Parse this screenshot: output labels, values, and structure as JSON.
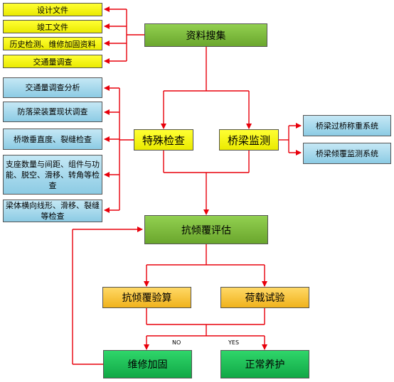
{
  "sources": [
    "设计文件",
    "竣工文件",
    "历史检测、维修加固资料",
    "交通量调查"
  ],
  "collect": "资料搜集",
  "inspections": [
    "交通量调查分析",
    "防落梁装置现状调查",
    "桥墩垂直度、裂缝检查",
    "支座数量与间距、组件与功能、脱空、滑移、转角等检查",
    "梁体横向线形、滑移、裂缝等检查"
  ],
  "special_check": "特殊检查",
  "bridge_monitor": "桥梁监测",
  "monitor_systems": [
    "桥梁过桥称重系统",
    "桥梁倾覆监测系统"
  ],
  "evaluation": "抗倾覆评估",
  "calc": "抗倾覆验算",
  "load_test": "荷载试验",
  "no_label": "NO",
  "yes_label": "YES",
  "repair": "维修加固",
  "maintain": "正常养护"
}
